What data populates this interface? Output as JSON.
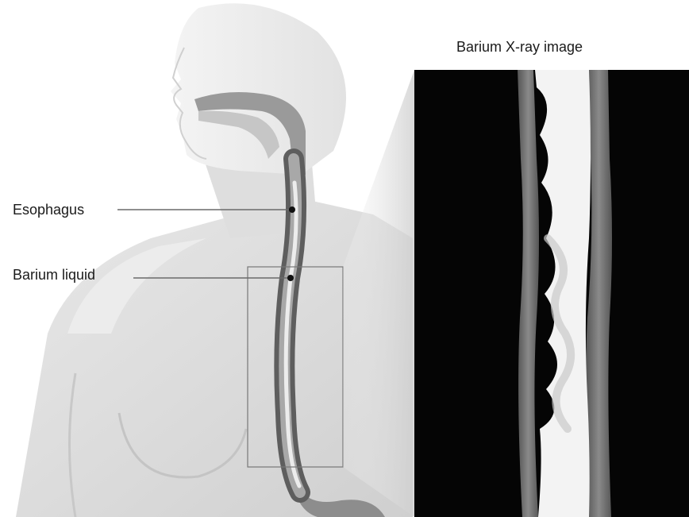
{
  "figure": {
    "callouts": {
      "esophagus": "Esophagus",
      "barium_liquid": "Barium liquid"
    },
    "xray_panel": {
      "title": "Barium X-ray image"
    }
  }
}
